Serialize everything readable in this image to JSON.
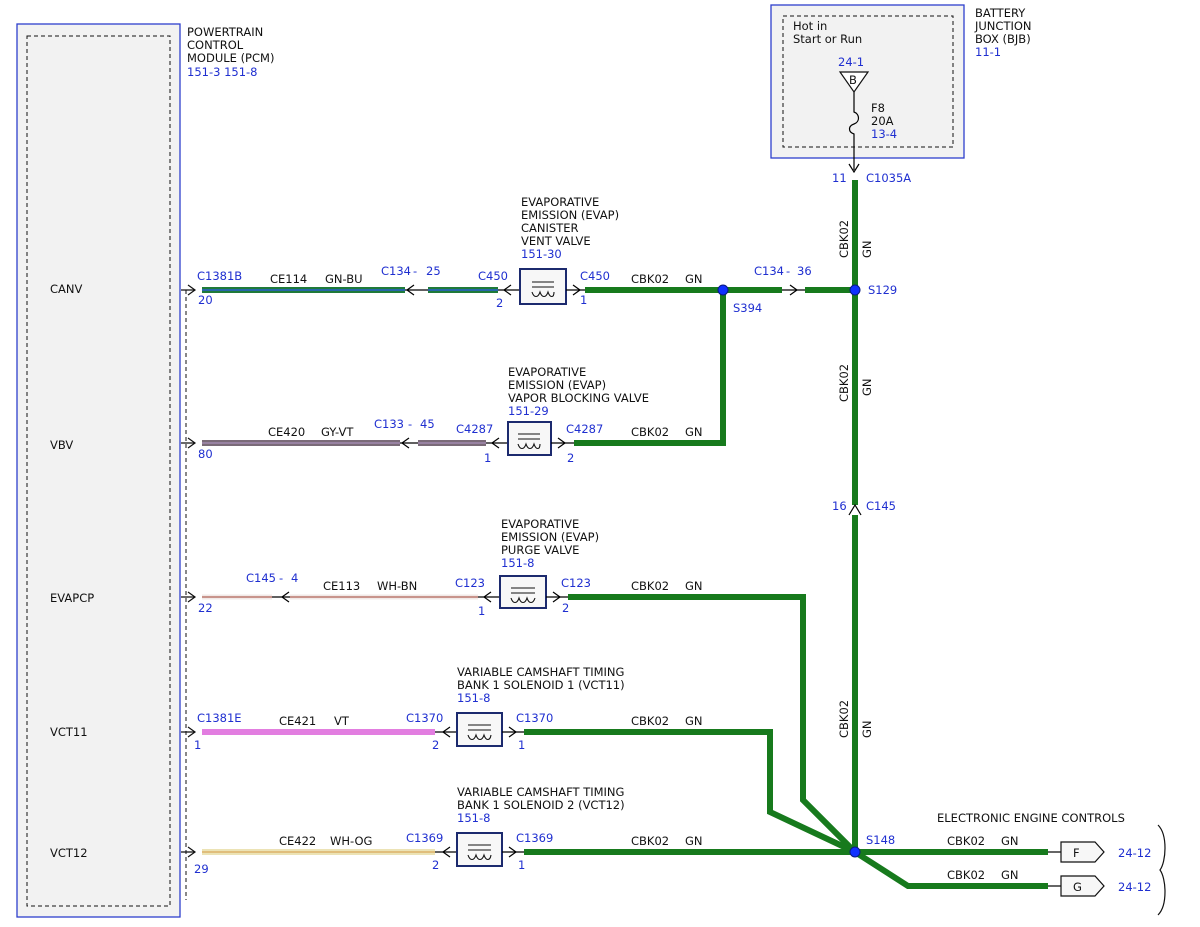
{
  "pcm": {
    "name_l1": "POWERTRAIN",
    "name_l2": "CONTROL",
    "name_l3": "MODULE (PCM)",
    "ref": "151-3  151-8"
  },
  "bjb": {
    "name_l1": "BATTERY",
    "name_l2": "JUNCTION",
    "name_l3": "BOX (BJB)",
    "ref": "11-1",
    "hot_l1": "Hot in",
    "hot_l2": "Start or Run",
    "bus_ref": "24-1",
    "bus_letter": "B",
    "fuse": "F8",
    "fuse_amp": "20A",
    "fuse_ref": "13-4"
  },
  "pins": {
    "canv": "CANV",
    "vbv": "VBV",
    "evapcp": "EVAPCP",
    "vct11": "VCT11",
    "vct12": "VCT12"
  },
  "canv_row": {
    "conn": "C1381B",
    "pin": "20",
    "circuit": "CE114",
    "color": "GN-BU",
    "inline": "C134",
    "dash": "-",
    "inline_pin": "25",
    "dev_conn": "C450",
    "dev_pin_in": "2",
    "dev_pin_out": "1",
    "out_conn": "C450",
    "out_circuit": "CBK02",
    "out_color": "GN",
    "splice": "S394",
    "inline2": "C134",
    "inline2_pin": "36",
    "splice2": "S129"
  },
  "canv_dev": {
    "l1": "EVAPORATIVE",
    "l2": "EMISSION (EVAP)",
    "l3": "CANISTER",
    "l4": "VENT VALVE",
    "ref": "151-30"
  },
  "vbv_row": {
    "pin": "80",
    "circuit": "CE420",
    "color": "GY-VT",
    "inline": "C133",
    "dash": "-",
    "inline_pin": "45",
    "dev_conn": "C4287",
    "dev_pin_in": "1",
    "dev_pin_out": "2",
    "out_conn": "C4287",
    "out_circuit": "CBK02",
    "out_color": "GN"
  },
  "vbv_dev": {
    "l1": "EVAPORATIVE",
    "l2": "EMISSION (EVAP)",
    "l3": "VAPOR BLOCKING VALVE",
    "ref": "151-29"
  },
  "evap_row": {
    "pin": "22",
    "inline": "C145",
    "dash": "-",
    "inline_pin": "4",
    "circuit": "CE113",
    "color": "WH-BN",
    "dev_conn": "C123",
    "dev_pin_in": "1",
    "dev_pin_out": "2",
    "out_conn": "C123",
    "out_circuit": "CBK02",
    "out_color": "GN"
  },
  "evap_dev": {
    "l1": "EVAPORATIVE",
    "l2": "EMISSION (EVAP)",
    "l3": "PURGE VALVE",
    "ref": "151-8"
  },
  "vct11_row": {
    "conn": "C1381E",
    "pin": "1",
    "circuit": "CE421",
    "color": "VT",
    "dev_conn": "C1370",
    "dev_pin_in": "2",
    "dev_pin_out": "1",
    "out_conn": "C1370",
    "out_circuit": "CBK02",
    "out_color": "GN"
  },
  "vct11_dev": {
    "l1": "VARIABLE CAMSHAFT TIMING",
    "l2": "BANK 1 SOLENOID 1 (VCT11)",
    "ref": "151-8"
  },
  "vct12_row": {
    "pin": "29",
    "circuit": "CE422",
    "color": "WH-OG",
    "dev_conn": "C1369",
    "dev_pin_in": "2",
    "dev_pin_out": "1",
    "out_conn": "C1369",
    "out_circuit": "CBK02",
    "out_color": "GN"
  },
  "vct12_dev": {
    "l1": "VARIABLE CAMSHAFT TIMING",
    "l2": "BANK 1 SOLENOID 2 (VCT12)",
    "ref": "151-8"
  },
  "vertical": {
    "top_pin": "11",
    "top_conn": "C1035A",
    "seg1_circuit": "CBK02",
    "seg1_color": "GN",
    "seg2_circuit": "CBK02",
    "seg2_color": "GN",
    "mid_pin": "16",
    "mid_conn": "C145",
    "seg3_circuit": "CBK02",
    "seg3_color": "GN",
    "splice": "S148"
  },
  "eec": {
    "title": "ELECTRONIC ENGINE CONTROLS",
    "f_circuit": "CBK02",
    "f_color": "GN",
    "f_letter": "F",
    "f_ref": "24-12",
    "g_circuit": "CBK02",
    "g_color": "GN",
    "g_letter": "G",
    "g_ref": "24-12"
  }
}
